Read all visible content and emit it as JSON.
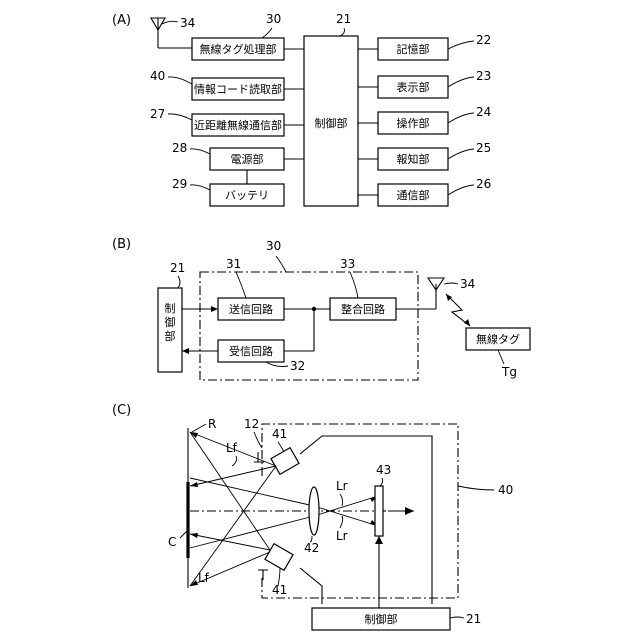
{
  "panel_a": {
    "label": "(A)",
    "antenna_num": "34",
    "left": [
      {
        "text": "無線タグ処理部",
        "num": "30"
      },
      {
        "text": "情報コード読取部",
        "num": "40"
      },
      {
        "text": "近距離無線通信部",
        "num": "27"
      },
      {
        "text": "電源部",
        "num": "28"
      },
      {
        "text": "バッテリ",
        "num": "29"
      }
    ],
    "center": {
      "text": "制御部",
      "num": "21"
    },
    "right": [
      {
        "text": "記憶部",
        "num": "22"
      },
      {
        "text": "表示部",
        "num": "23"
      },
      {
        "text": "操作部",
        "num": "24"
      },
      {
        "text": "報知部",
        "num": "25"
      },
      {
        "text": "通信部",
        "num": "26"
      }
    ]
  },
  "panel_b": {
    "label": "(B)",
    "control": {
      "text": "制御部",
      "num": "21"
    },
    "module_num": "30",
    "send": {
      "text": "送信回路",
      "num": "31"
    },
    "match": {
      "text": "整合回路",
      "num": "33"
    },
    "recv": {
      "text": "受信回路",
      "num": "32"
    },
    "antenna_num": "34",
    "tag": {
      "text": "無線タグ",
      "num": "Tg"
    }
  },
  "panel_c": {
    "label": "(C)",
    "r_label": "R",
    "c_label": "C",
    "num_12": "12",
    "light_num": "41",
    "light_num_lower": "41",
    "lf_upper": "Lf",
    "lf_lower": "Lf",
    "lens_num": "42",
    "sensor_num": "43",
    "lr_upper": "Lr",
    "lr_lower": "Lr",
    "reader_num": "40",
    "control": {
      "text": "制御部",
      "num": "21"
    }
  }
}
